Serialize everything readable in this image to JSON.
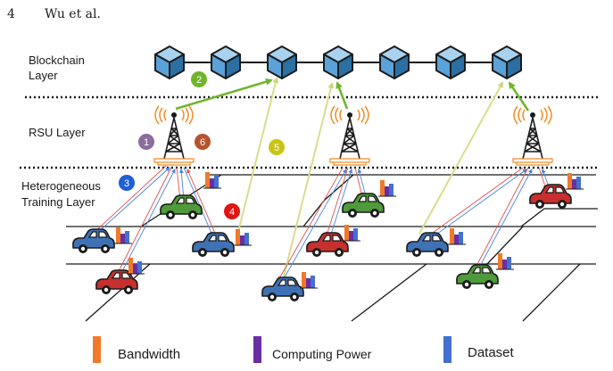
{
  "header": {
    "page_number": "4",
    "running_title": "Wu et al."
  },
  "layers": {
    "blockchain": {
      "line1": "Blockchain",
      "line2": "Layer"
    },
    "rsu": {
      "label": "RSU Layer"
    },
    "training": {
      "line1": "Heterogeneous",
      "line2": "Training Layer"
    }
  },
  "markers": [
    {
      "label": "1",
      "color": "#8a6d9c"
    },
    {
      "label": "2",
      "color": "#6fb52c"
    },
    {
      "label": "3",
      "color": "#1f5fd6"
    },
    {
      "label": "4",
      "color": "#e01414"
    },
    {
      "label": "5",
      "color": "#c9c414"
    },
    {
      "label": "6",
      "color": "#b5542f"
    }
  ],
  "legend": [
    {
      "label": "Bandwidth",
      "color": "#f07a2a",
      "icon": "orange-bar-icon"
    },
    {
      "label": "Computing Power",
      "color": "#6a2ea3",
      "icon": "purple-bar-icon"
    },
    {
      "label": "Dataset",
      "color": "#4470d0",
      "icon": "blue-bar-icon"
    }
  ],
  "colors": {
    "block": "#5aa2d8",
    "block_dark": "#2c6fa3",
    "block_light": "#a9d2f0",
    "car_blue": "#3f72b5",
    "car_red": "#c7302f",
    "car_green": "#4f9a3a",
    "arrow_green": "#6fb52c",
    "arrow_yellow": "#d9dd8c",
    "link_red": "#e05050",
    "link_blue": "#4a86d8",
    "tower": "#1a1a1a",
    "signal": "#f08c28"
  }
}
